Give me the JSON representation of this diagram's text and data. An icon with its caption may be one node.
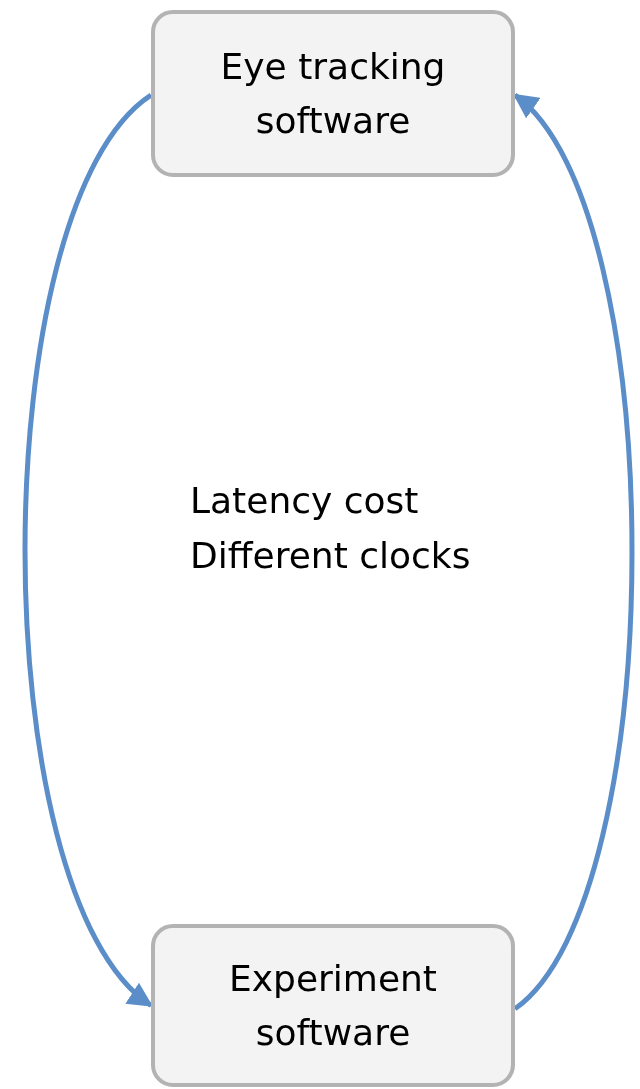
{
  "diagram": {
    "nodes": [
      {
        "text": [
          "Eye tracking software"
        ]
      },
      {
        "text": [
          "Experiment software"
        ]
      }
    ],
    "edges": [
      {
        "from": 0,
        "to": 1,
        "arrow": "to"
      },
      {
        "from": 1,
        "to": 0,
        "arrow": "to"
      }
    ],
    "labels": [
      "Latency cost",
      "Different clocks"
    ]
  }
}
